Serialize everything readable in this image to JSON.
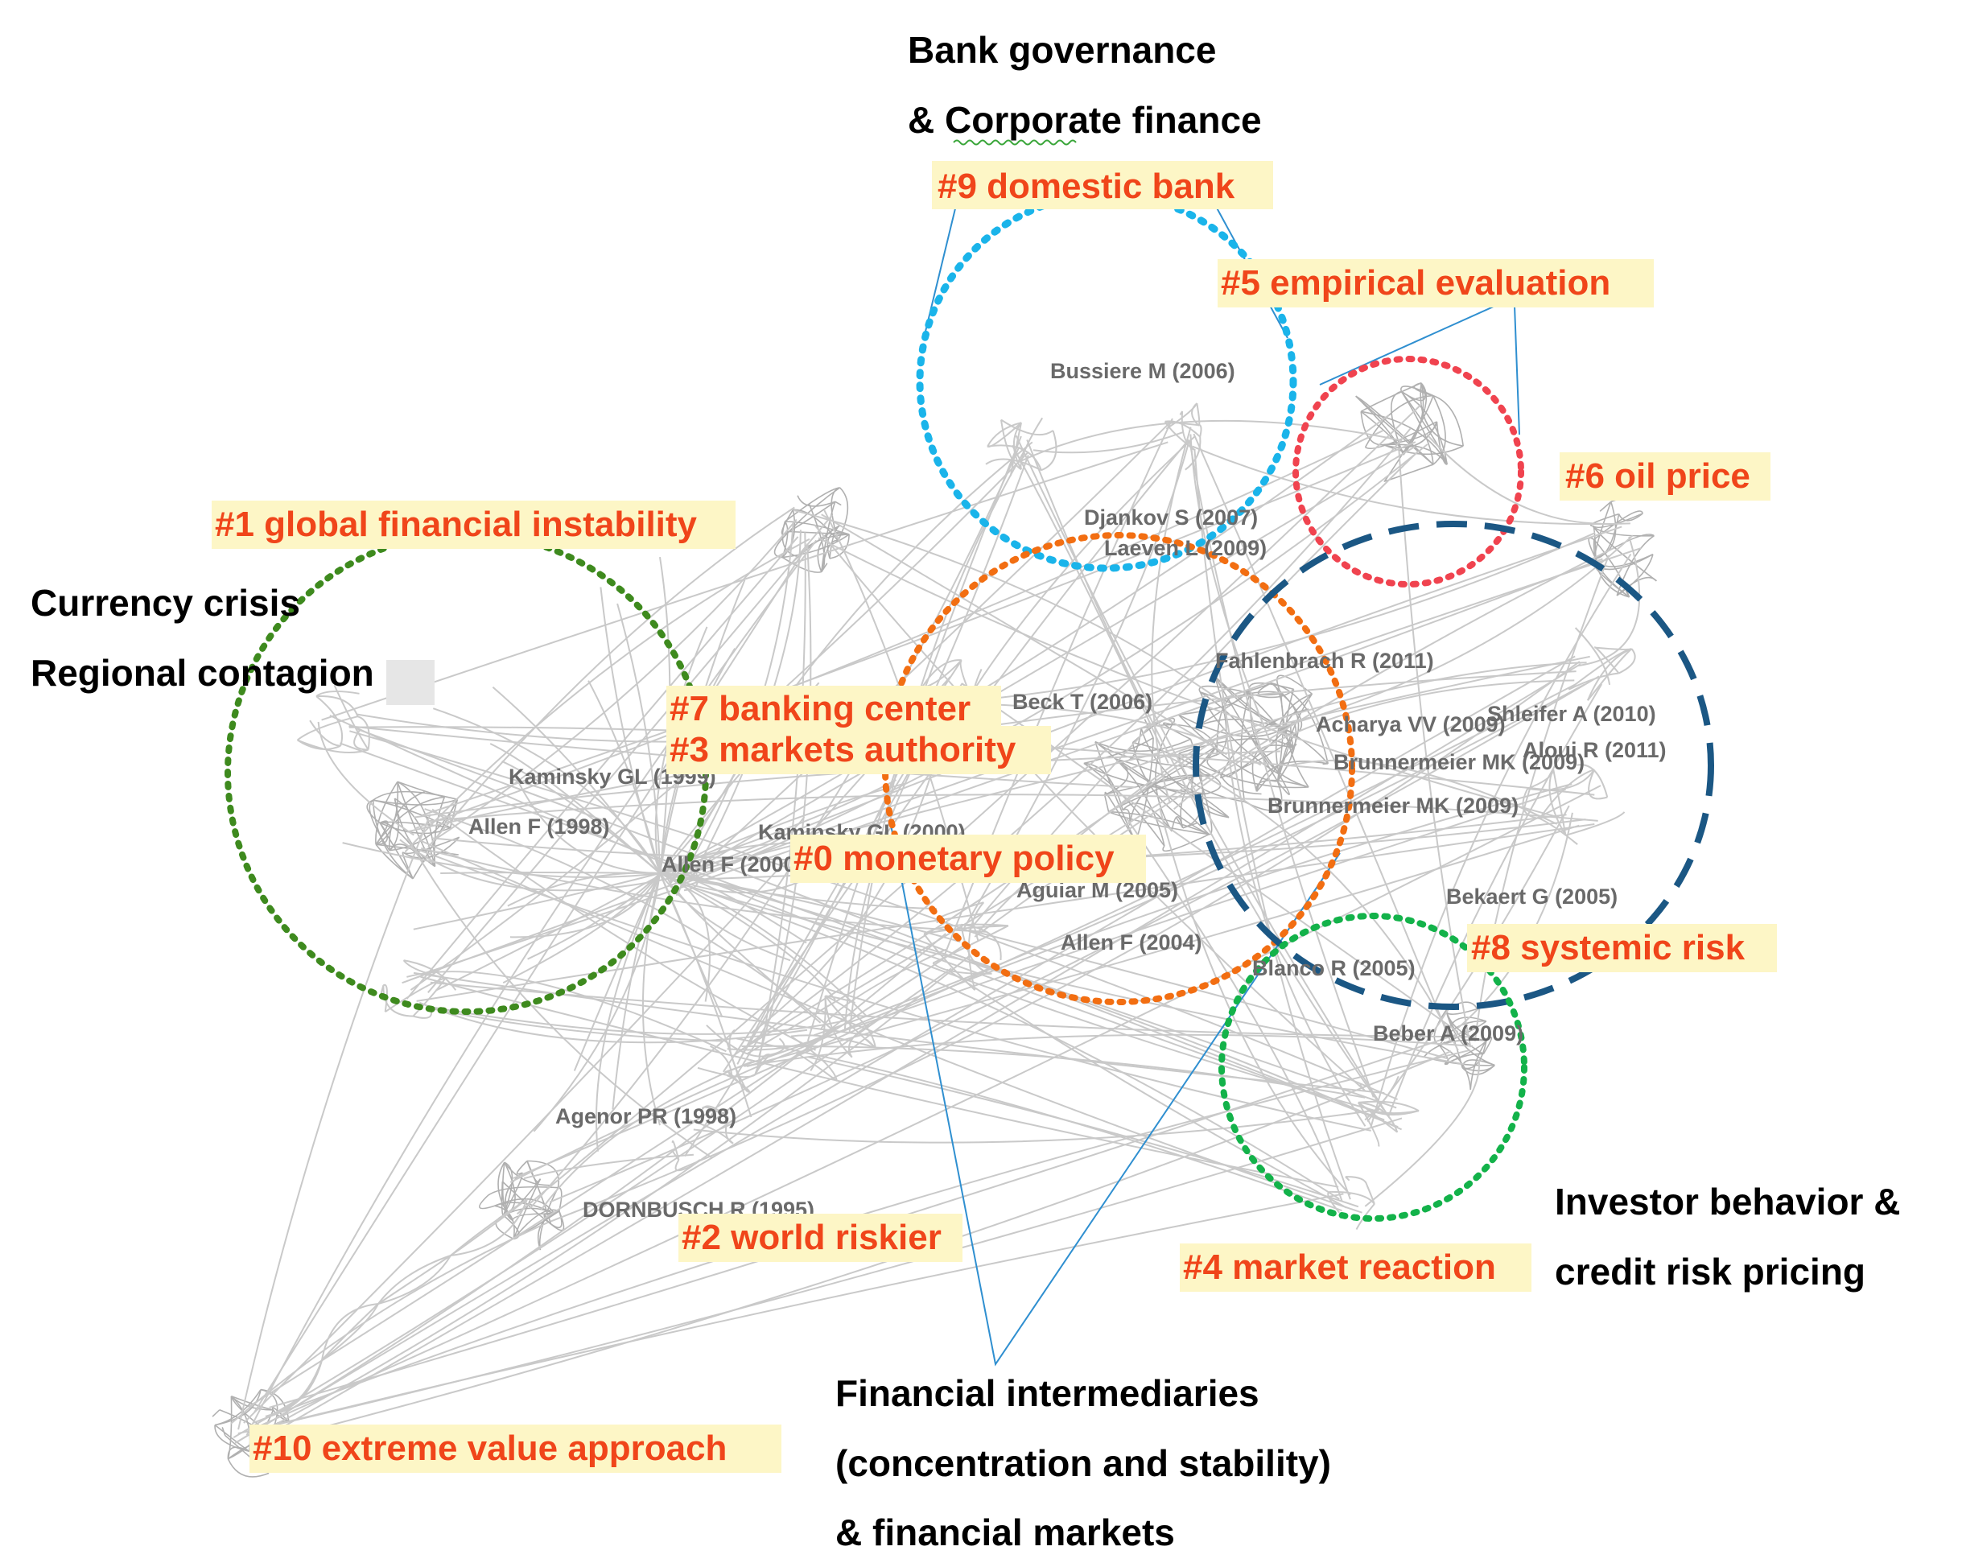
{
  "themes": {
    "bank_gov_1": "Bank governance",
    "bank_gov_2": "& Corporate finance",
    "currency_1": "Currency crisis",
    "currency_2": "Regional contagion",
    "investor_1": "Investor behavior &",
    "investor_2": "credit risk pricing",
    "fin_int_1": "Financial intermediaries",
    "fin_int_2": "(concentration and stability)",
    "fin_int_3": "& financial markets"
  },
  "clusters": {
    "c0": "#0 monetary policy",
    "c1": "#1 global financial instability",
    "c2": "#2 world riskier",
    "c3": "#3 markets authority",
    "c4": "#4 market reaction",
    "c5": "#5 empirical evaluation",
    "c6": "#6 oil price",
    "c7": "#7 banking center",
    "c8": "#8 systemic risk",
    "c9": "#9 domestic bank",
    "c10": "#10 extreme value approach"
  },
  "nodes": {
    "bussiere": "Bussiere M (2006)",
    "djankov": "Djankov S (2007)",
    "laeven": "Laeven L (2009)",
    "fahlenbrach": "Fahlenbrach R (2011)",
    "beck": "Beck T (2006)",
    "acharya": "Acharya VV (2009)",
    "shleifer": "Shleifer A (2010)",
    "brunnermeier_a": "Brunnermeier MK (2009)",
    "aloui": "Aloui R (2011)",
    "brunnermeier_b": "Brunnermeier MK (2009)",
    "kaminsky_1999": "Kaminsky GL (1999)",
    "allen_1998": "Allen F (1998)",
    "kaminsky_2000": "Kaminsky GL (2000)",
    "allen_2000": "Allen F (2000)",
    "aguiar": "Aguiar M (2005)",
    "allen_2004": "Allen F (2004)",
    "bekaert": "Bekaert G (2005)",
    "blanco": "Blanco R (2005)",
    "beber": "Beber A (2009)",
    "agenor": "Agenor PR (1998)",
    "dornbusch": "DORNBUSCH R (1995)"
  },
  "colors": {
    "cluster_label": "#f0451a",
    "label_highlight": "#fdf6c6",
    "edge": "#c9c9c9",
    "callout_line": "#2f8fd0",
    "circle_cluster_1": "#3e8a1e",
    "circle_cluster_9": "#1ab4ea",
    "circle_cluster_5": "#f0434f",
    "circle_cluster_0": "#f26e12",
    "circle_cluster_8": "#1b5784",
    "circle_cluster_4": "#13b24a"
  }
}
